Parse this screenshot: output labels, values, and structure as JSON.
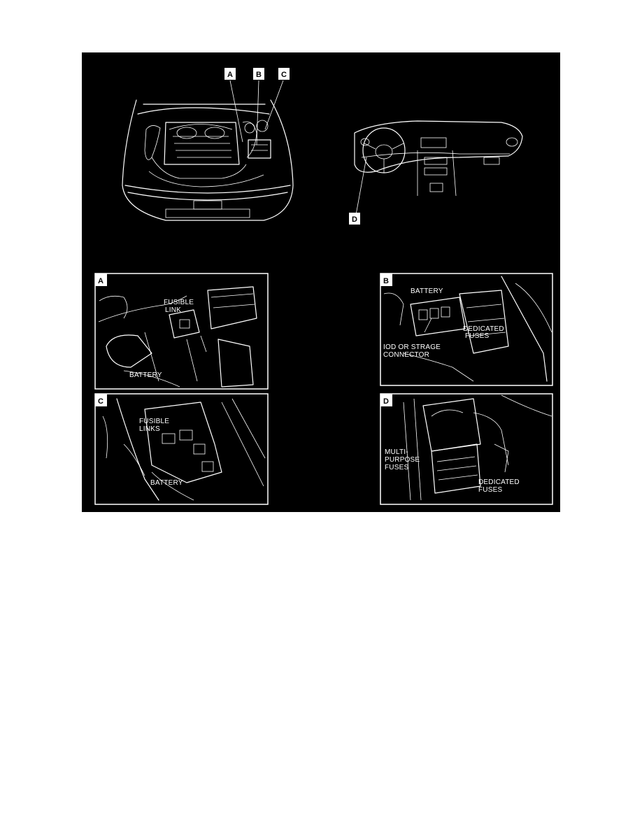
{
  "overview": {
    "tags": [
      "A",
      "B",
      "C",
      "D"
    ]
  },
  "details": [
    {
      "tag": "A",
      "labels": [
        "FUSIBLE",
        "LINK",
        "BATTERY"
      ]
    },
    {
      "tag": "B",
      "labels": [
        "BATTERY",
        "DEDICATED",
        "FUSES",
        "IOD OR STRAGE",
        "CONNECTOR"
      ]
    },
    {
      "tag": "C",
      "labels": [
        "FUSIBLE",
        "LINKS",
        "BATTERY"
      ]
    },
    {
      "tag": "D",
      "labels": [
        "MULTI-",
        "PURPOSE",
        "FUSES",
        "DEDICATED",
        "FUSES"
      ]
    }
  ],
  "colors": {
    "background": "#000000",
    "line": "#ffffff",
    "page": "#ffffff"
  }
}
